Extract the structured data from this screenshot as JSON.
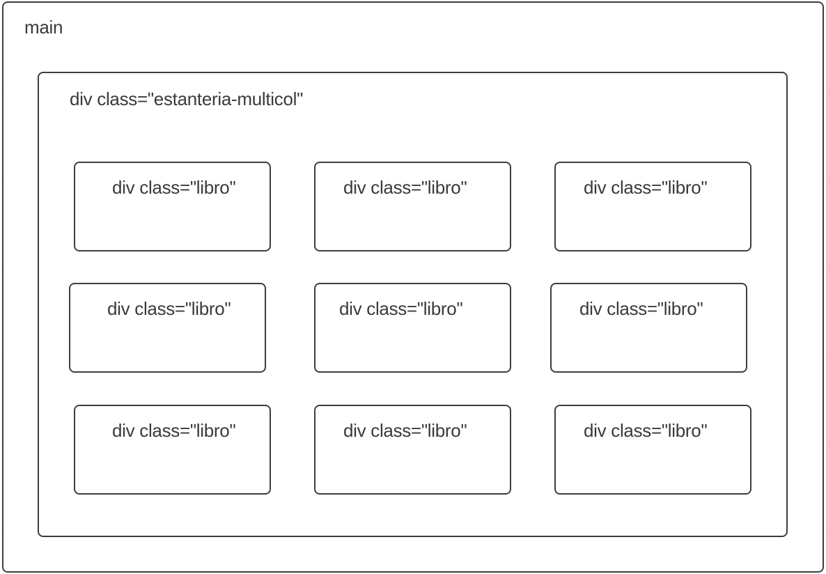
{
  "main": {
    "label": "main",
    "container": {
      "label": "div class=\"estanteria-multicol\"",
      "items": [
        {
          "label": "div class=\"libro\""
        },
        {
          "label": "div class=\"libro\""
        },
        {
          "label": "div class=\"libro\""
        },
        {
          "label": "div class=\"libro\""
        },
        {
          "label": "div class=\"libro\""
        },
        {
          "label": "div class=\"libro\""
        },
        {
          "label": "div class=\"libro\""
        },
        {
          "label": "div class=\"libro\""
        },
        {
          "label": "div class=\"libro\""
        }
      ]
    }
  },
  "colors": {
    "border": "#3d3d3d",
    "text": "#3a3a3a",
    "grid": "#eeeeee",
    "background": "#ffffff"
  }
}
